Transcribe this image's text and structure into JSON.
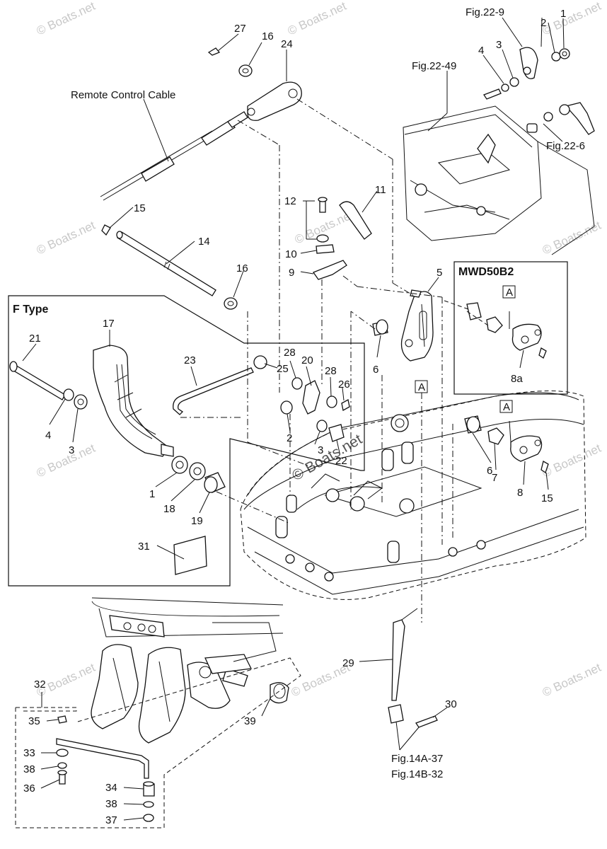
{
  "diagram": {
    "callouts": {
      "n1a": "1",
      "n2a": "2",
      "n3a": "3",
      "n4a": "4",
      "n27": "27",
      "n16a": "16",
      "n24": "24",
      "n12": "12",
      "n11": "11",
      "n15a": "15",
      "n14": "14",
      "n10": "10",
      "n9": "9",
      "n16b": "16",
      "n5": "5",
      "n17": "17",
      "n21": "21",
      "n23": "23",
      "n28a": "28",
      "n20": "20",
      "n28b": "28",
      "n25": "25",
      "n26": "26",
      "n6a": "6",
      "n4b": "4",
      "n3b": "3",
      "n2b": "2",
      "n3c": "3",
      "n22": "22",
      "n1b": "1",
      "n18": "18",
      "n19": "19",
      "n31": "31",
      "n6b": "6",
      "n7": "7",
      "n8": "8",
      "n15b": "15",
      "n8a": "8a",
      "n29": "29",
      "n30": "30",
      "n32": "32",
      "n35": "35",
      "n33": "33",
      "n38a": "38",
      "n36": "36",
      "n39": "39",
      "n34": "34",
      "n38b": "38",
      "n37": "37"
    },
    "labels": {
      "remote_cable": "Remote Control Cable",
      "fig22_9": "Fig.22-9",
      "fig22_49": "Fig.22-49",
      "fig22_6": "Fig.22-6",
      "ftype": "F Type",
      "mwd": "MWD50B2",
      "fig14a": "Fig.14A-37",
      "fig14b": "Fig.14B-32",
      "tag_a": "A"
    },
    "watermark": {
      "text": "© Boats.net"
    }
  }
}
